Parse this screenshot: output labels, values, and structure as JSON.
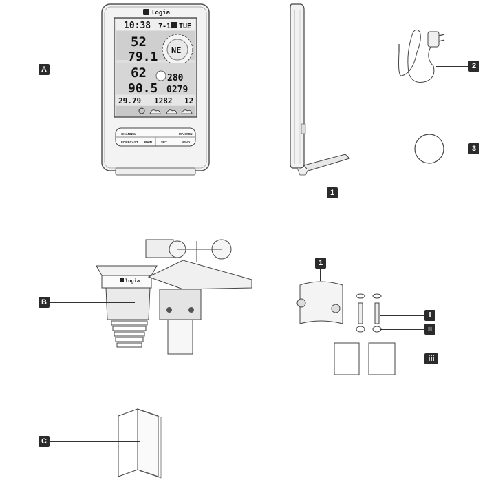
{
  "brand": "logia",
  "callouts": {
    "A": "A",
    "B": "B",
    "C": "C",
    "one_top": "1",
    "two": "2",
    "three": "3",
    "one_mount": "1",
    "i": "i",
    "ii": "ii",
    "iii": "iii"
  },
  "display": {
    "time": "10:38",
    "date": "7-12",
    "day": "TUE",
    "humidity_out": "52",
    "temp_out": "79.1",
    "wind_dir": "NE",
    "humidity_in": "62",
    "temp_in": "90.5",
    "wind_dir_deg": "280",
    "rain": "0279",
    "pressure": "29.79",
    "value_mid": "1282",
    "value_right": "12"
  },
  "buttons": {
    "channel": "CHANNEL",
    "maxmin": "MAX/MIN",
    "forecast": "FORECAST",
    "rain": "RAIN",
    "set": "SET",
    "wind": "WIND"
  }
}
